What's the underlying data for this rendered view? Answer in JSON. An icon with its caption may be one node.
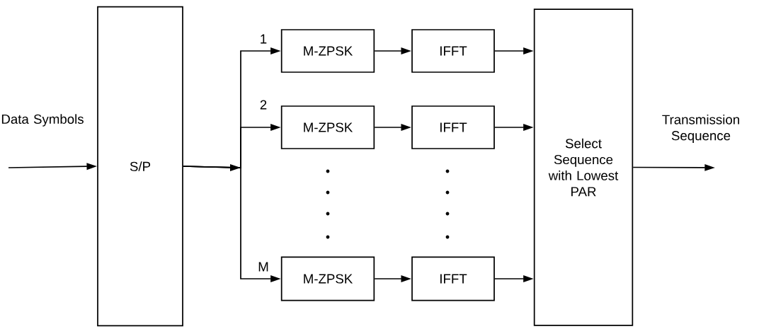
{
  "diagram": {
    "nodes": [
      {
        "text": [
          "S/P"
        ]
      },
      {
        "text": [
          "M-ZPSK"
        ]
      },
      {
        "text": [
          "M-ZPSK"
        ]
      },
      {
        "text": [
          "M-ZPSK"
        ]
      },
      {
        "text": [
          "IFFT"
        ]
      },
      {
        "text": [
          "IFFT"
        ]
      },
      {
        "text": [
          "IFFT"
        ]
      },
      {
        "text": [
          "Select Sequence with Lowest PAR"
        ]
      }
    ],
    "edges": [
      {
        "from": null,
        "to": 0,
        "arrow": "to"
      },
      {
        "from": 0,
        "to": 1,
        "arrow": "to",
        "label": "1"
      },
      {
        "from": 0,
        "to": 2,
        "arrow": "to",
        "label": "2"
      },
      {
        "from": 0,
        "to": 3,
        "arrow": "to",
        "label": "M"
      },
      {
        "from": 1,
        "to": 4,
        "arrow": "to"
      },
      {
        "from": 2,
        "to": 5,
        "arrow": "to"
      },
      {
        "from": 3,
        "to": 6,
        "arrow": "to"
      },
      {
        "from": 4,
        "to": 7,
        "arrow": "to"
      },
      {
        "from": 5,
        "to": 7,
        "arrow": "to"
      },
      {
        "from": 6,
        "to": 7,
        "arrow": "to"
      },
      {
        "from": 7,
        "to": null,
        "arrow": "to"
      }
    ],
    "labels": [
      "Data Symbols",
      "Transmission Sequence"
    ]
  }
}
